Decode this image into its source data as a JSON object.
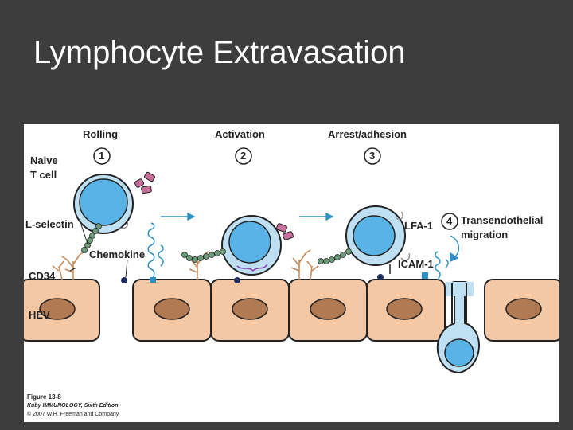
{
  "slide": {
    "title": "Lymphocyte Extravasation"
  },
  "figure": {
    "steps": [
      {
        "number": "1",
        "label": "Rolling"
      },
      {
        "number": "2",
        "label": "Activation"
      },
      {
        "number": "3",
        "label": "Arrest/adhesion"
      },
      {
        "number": "4",
        "label": "Transendothelial",
        "label2": "migration"
      }
    ],
    "labels": {
      "naive_line1": "Naive",
      "naive_line2": "T cell",
      "l_selectin": "L-selectin",
      "chemokine": "Chemokine",
      "cd34": "CD34",
      "hev": "HEV",
      "lfa1": "LFA-1",
      "icam1": "ICAM-1"
    },
    "caption": {
      "figure": "Figure 13-8",
      "book": "Kuby IMMUNOLOGY, Sixth Edition",
      "copyright": "© 2007 W.H. Freeman and Company"
    },
    "colors": {
      "cell_fill": "#bfe0f2",
      "nucleus_fill": "#5ab3e6",
      "endothelium_fill": "#f4c7a5",
      "endo_nucleus": "#b27a52",
      "selectin_bead": "#6a9a78",
      "chemokine_receptor": "#c56f9a",
      "cd34": "#c98a5a",
      "arrow": "#2f8fc4"
    }
  }
}
